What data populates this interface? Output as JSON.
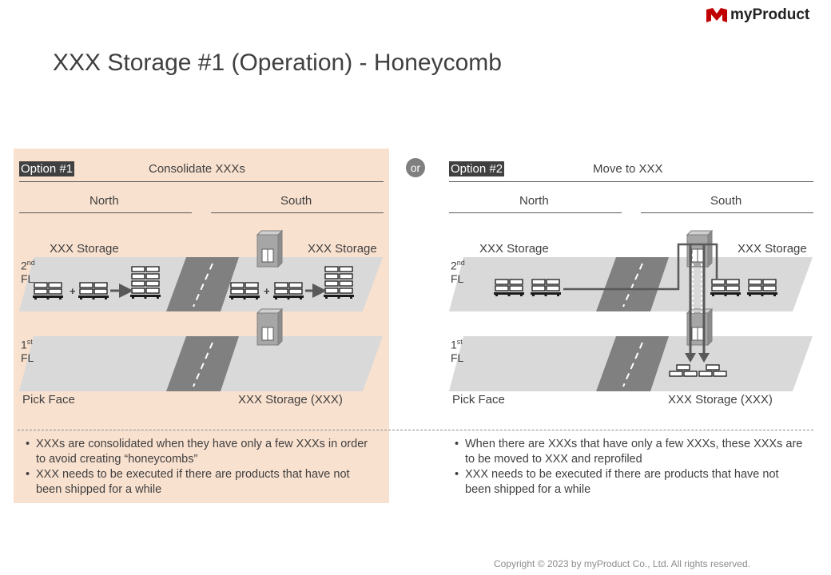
{
  "brand": {
    "logo_text": "myProduct"
  },
  "title": "XXX Storage #1 (Operation) - Honeycomb",
  "connector": "or",
  "option1": {
    "badge": "Option #1",
    "heading": "Consolidate XXXs",
    "north": "North",
    "south": "South",
    "storage_left": "XXX Storage",
    "storage_right": "XXX Storage",
    "floor2_num": "2",
    "floor2_sup": "nd",
    "floor2_fl": "FL",
    "floor1_num": "1",
    "floor1_sup": "st",
    "floor1_fl": "FL",
    "pick_face": "Pick Face",
    "storage_xxx": "XXX Storage (XXX)",
    "plus": "+",
    "notes": [
      "XXXs are consolidated when they have only a few XXXs in order to avoid creating “honeycombs”",
      "XXX needs to be executed if there are products that have not been shipped for a while"
    ]
  },
  "option2": {
    "badge": "Option #2",
    "heading": "Move to XXX",
    "north": "North",
    "south": "South",
    "storage_left": "XXX Storage",
    "storage_right": "XXX Storage",
    "floor2_num": "2",
    "floor2_sup": "nd",
    "floor2_fl": "FL",
    "floor1_num": "1",
    "floor1_sup": "st",
    "floor1_fl": "FL",
    "pick_face": "Pick Face",
    "storage_xxx": "XXX Storage (XXX)",
    "notes": [
      "When there are XXXs that have only a few XXXs, these XXXs are to be moved to XXX and reprofiled",
      "XXX needs to be executed if there are products that have not been shipped for a while"
    ]
  },
  "footer": {
    "copyright": "Copyright © 2023 by myProduct Co., Ltd.  All rights reserved."
  },
  "colors": {
    "panel1_bg": "#f9e1cf",
    "floor": "#d9d9d9",
    "road": "#7f7f7f",
    "badge": "#404040",
    "brand_red": "#c00000"
  }
}
